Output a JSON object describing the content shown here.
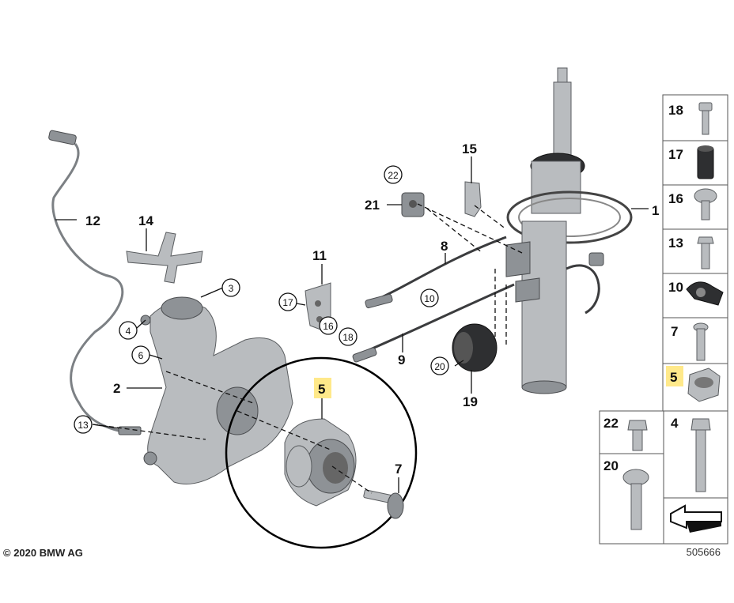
{
  "copyright": "© 2020 BMW AG",
  "doc_number": "505666",
  "callouts": {
    "c1": "1",
    "c2": "2",
    "c3": "3",
    "c4": "4",
    "c5": "5",
    "c6": "6",
    "c7": "7",
    "c8": "8",
    "c9": "9",
    "c10": "10",
    "c11": "11",
    "c12": "12",
    "c13": "13",
    "c14": "14",
    "c15": "15",
    "c16": "16",
    "c17": "17",
    "c18": "18",
    "c19": "19",
    "c20": "20",
    "c21": "21",
    "c22": "22"
  },
  "side_panel": {
    "items": [
      "18",
      "17",
      "16",
      "13",
      "10",
      "7",
      "5"
    ],
    "bottom_left": [
      "22",
      "20"
    ],
    "bottom_right": "4"
  },
  "highlight_color": "#ffe98a",
  "icons": [
    "direction-arrow-icon"
  ]
}
